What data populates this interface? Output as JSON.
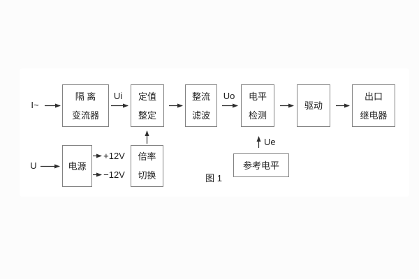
{
  "figure": {
    "caption": "图 1"
  },
  "nodes": {
    "isolation_transformer": {
      "line1": "隔 离",
      "line2": "变流器"
    },
    "setting": {
      "line1": "定值",
      "line2": "整定"
    },
    "rectifier_filter": {
      "line1": "整流",
      "line2": "滤波"
    },
    "level_detection": {
      "line1": "电平",
      "line2": "检测"
    },
    "driver": {
      "line1": "驱动"
    },
    "output_relay": {
      "line1": "出口",
      "line2": "继电器"
    },
    "power_supply": {
      "line1": "电源"
    },
    "ratio_switch": {
      "line1": "倍率",
      "line2": "切换"
    },
    "reference_level": {
      "line1": "参考电平"
    }
  },
  "signals": {
    "input_current": "I~",
    "input_voltage": "U",
    "ui": "Ui",
    "uo": "Uo",
    "ue": "Ue",
    "plus12v": "+12V",
    "minus12v": "−12V"
  },
  "colors": {
    "panel_background": "#ffffff",
    "page_background": "#fcfcfc",
    "box_border": "#828282",
    "arrow": "#2e2e2e",
    "text": "#1d1d1d"
  }
}
